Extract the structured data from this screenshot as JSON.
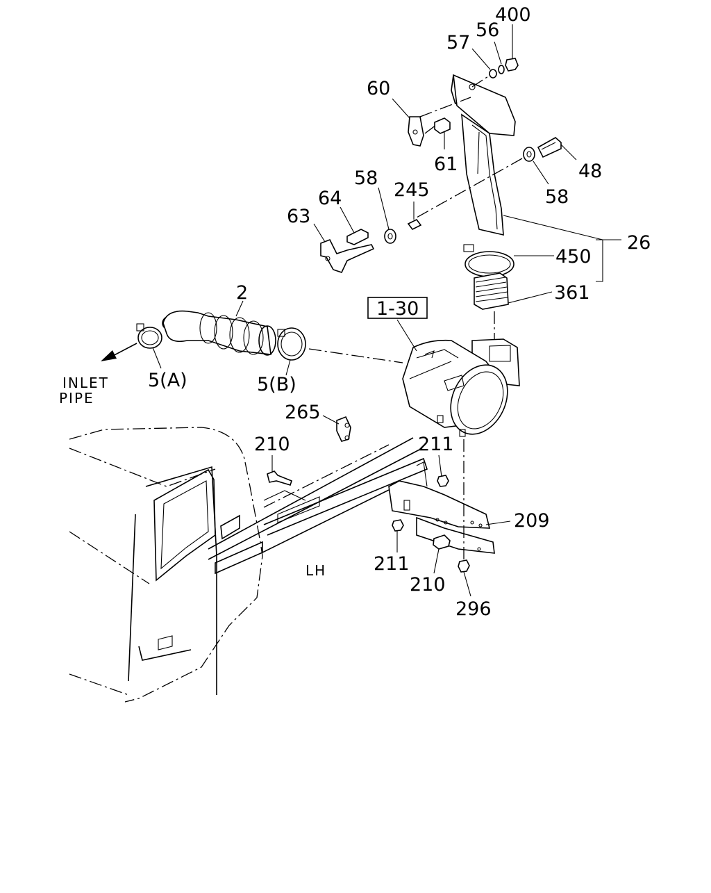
{
  "labels": {
    "p400": "400",
    "p56": "56",
    "p57": "57",
    "p60": "60",
    "p61": "61",
    "p48": "48",
    "p58a": "58",
    "p58b": "58",
    "p245": "245",
    "p64": "64",
    "p63": "63",
    "p26": "26",
    "p450": "450",
    "p361": "361",
    "p2": "2",
    "p130": "1-30",
    "p5a": "5(A)",
    "p5b": "5(B)",
    "p265": "265",
    "p210a": "210",
    "p211a": "211",
    "p209": "209",
    "p211b": "211",
    "p210b": "210",
    "p296": "296"
  },
  "notes": {
    "inlet_line1": "INLET",
    "inlet_line2": "PIPE",
    "side": "LH"
  }
}
